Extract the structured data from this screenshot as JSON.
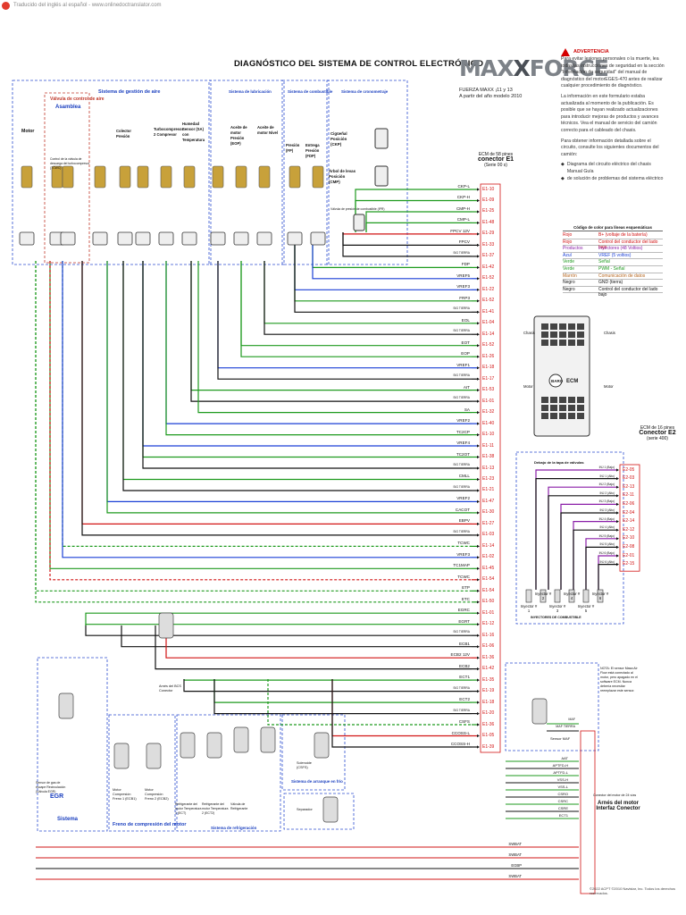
{
  "translate_bar": {
    "text": "Traducido del inglés al español - www.onlinedoctranslator.com"
  },
  "title": "DIAGNÓSTICO DEL SISTEMA DE CONTROL ELECTRÓNICO",
  "brand": {
    "part1": "MAX",
    "part2": "X",
    "part3": "FORCE"
  },
  "model_lines": [
    "FUERZA MAXX ¡11 y 13",
    "A partir del año modelo 2010"
  ],
  "warning": {
    "heading": "ADVERTENCIA",
    "paragraphs": [
      "Para evitar lesiones personales o la muerte, lea todas las instrucciones de seguridad en la sección \"Información de seguridad\" del manual de diagnóstico del motorEGES-470 antes de realizar cualquier procedimiento de diagnóstico.",
      "La información en este formulario estaba actualizada al momento de la publicación. Es posible que se hayan realizado actualizaciones para introducir mejoras de productos y avances técnicos. Vea el manual de servicio del camión correcto para el cableado del chasis.",
      "Para obtener información detallada sobre el circuito, consulte los siguientes documentos del camión:"
    ],
    "bullets": [
      "Diagrama del circuito eléctrico del chasis Manual Guía",
      "de solución de problemas del sistema eléctrico"
    ]
  },
  "legend": {
    "title": "Código de color para líneas esquemáticas",
    "rows": [
      {
        "color": "Rojo",
        "desc": "B+ (voltaje de la batería)",
        "hex": "#d21414"
      },
      {
        "color": "Rojo",
        "desc": "Control del conductor del lado bajo",
        "hex": "#d21414"
      },
      {
        "color": "Productos",
        "desc": "Inyectores (48 Voltios)",
        "hex": "#8a1fa8"
      },
      {
        "color": "Azul",
        "desc": "VREF (5 voltios)",
        "hex": "#1a3fd6"
      },
      {
        "color": "Verde",
        "desc": "Señal",
        "hex": "#1e9a1e"
      },
      {
        "color": "Verde",
        "desc": "PWM - Señal",
        "hex": "#1e9a1e"
      },
      {
        "color": "Marrón",
        "desc": "Comunicación de datos",
        "hex": "#b5651d"
      },
      {
        "color": "Negro",
        "desc": "GND (tierra)",
        "hex": "#111111"
      },
      {
        "color": "Negro",
        "desc": "Control del conductor del lado bajo",
        "hex": "#111111"
      }
    ]
  },
  "sections": {
    "air_valve": "Válvula de control de aire",
    "assembly": "Asamblea",
    "air_mgmt": "Sistema de gestión de aire",
    "lube": "Sistema de lubricación",
    "fuel": "Sistema de combustible",
    "timing": "Sistema de cronometraje",
    "egr": "EGR",
    "egr2": "Sistema",
    "brake": "Freno de compresión del motor",
    "cooling": "Sistema de refrigeración",
    "cold_start": "Sistema de arranque en frío",
    "injectors": "INYECTORES DE COMBUSTIBLE",
    "injector_harness": "Debajo de la tapa de válvulas"
  },
  "sensor_labels": {
    "motor": "Motor",
    "cmp_label": "Cigüeñal Posición (CKP)",
    "cam_label": "Árbol de levas Posición (CMP)",
    "eop": "Aceite de motor Presión (EOP)",
    "eot": "Aceite de motor Nivel",
    "fp": "Presión (FP)",
    "fdp": "Entrega Presión (FDP)",
    "cac": "Colector Presión",
    "turbo": "Turbocompresor 2 Compresor",
    "humidity": "Humedad Sensor (SA) con Temperatura",
    "ipr": "Válvula de presión de combustible (IPR)",
    "wastegate": "Control de la válvula de descarga del turbocompresor (TCWC)"
  },
  "ecm": {
    "title": "ECM",
    "baro": "BARO",
    "conn_e1": {
      "line1": "ECM de 58 pines",
      "line2": "conector E1",
      "line3": "(Serie 00 s)"
    },
    "conn_e2": {
      "line1": "ECM de 16 pines",
      "line2": "Conector E2",
      "line3": "(serie 400)"
    },
    "chasis1": "Chasis",
    "chasis2": "Chasis",
    "motor1": "Motor",
    "motor2": "Motor"
  },
  "signals_e1": [
    {
      "sig": "CKP-L",
      "pin": "E1-10",
      "color": "#1e9a1e"
    },
    {
      "sig": "CKP-H",
      "pin": "E1-09",
      "color": "#1e9a1e"
    },
    {
      "sig": "CMP-H",
      "pin": "E1-25",
      "color": "#1e9a1e"
    },
    {
      "sig": "CMP-L",
      "pin": "E1-48",
      "color": "#1e9a1e"
    },
    {
      "sig": "FPCV 12V",
      "pin": "E1-29",
      "color": "#d21414"
    },
    {
      "sig": "FPCV",
      "pin": "E1-33",
      "color": "#111111"
    },
    {
      "sig": "SIG TIERRA",
      "pin": "E1-37",
      "color": "#111111"
    },
    {
      "sig": "FDP",
      "pin": "E1-42",
      "color": "#1e9a1e"
    },
    {
      "sig": "VREF5",
      "pin": "E1-52",
      "color": "#1a3fd6"
    },
    {
      "sig": "VREF3",
      "pin": "E1-22",
      "color": "#1a3fd6"
    },
    {
      "sig": "FRP3",
      "pin": "E1-52",
      "color": "#1e9a1e"
    },
    {
      "sig": "SIG TIERRA",
      "pin": "E1-41",
      "color": "#111111"
    },
    {
      "sig": "EOL",
      "pin": "E1-04",
      "color": "#1e9a1e"
    },
    {
      "sig": "SIG TIERRA",
      "pin": "E1-14",
      "color": "#111111"
    },
    {
      "sig": "EOT",
      "pin": "E1-52",
      "color": "#1e9a1e"
    },
    {
      "sig": "EOP",
      "pin": "E1-26",
      "color": "#1e9a1e"
    },
    {
      "sig": "VREF1",
      "pin": "E1-18",
      "color": "#1a3fd6"
    },
    {
      "sig": "SIG TIERRA",
      "pin": "E1-17",
      "color": "#111111"
    },
    {
      "sig": "AIT",
      "pin": "E1-53",
      "color": "#1e9a1e"
    },
    {
      "sig": "SIG TIERRA",
      "pin": "E1-01",
      "color": "#111111"
    },
    {
      "sig": "SA",
      "pin": "E1-32",
      "color": "#1e9a1e"
    },
    {
      "sig": "VREF2",
      "pin": "E1-40",
      "color": "#1a3fd6"
    },
    {
      "sig": "TC2CP",
      "pin": "E1-10",
      "color": "#1e9a1e"
    },
    {
      "sig": "VREF4",
      "pin": "E1-11",
      "color": "#1a3fd6"
    },
    {
      "sig": "TC2OT",
      "pin": "E1-38",
      "color": "#1e9a1e"
    },
    {
      "sig": "SIG TIERRA",
      "pin": "E1-13",
      "color": "#111111"
    },
    {
      "sig": "CMLL",
      "pin": "E1-23",
      "color": "#1e9a1e"
    },
    {
      "sig": "SIG TIERRA",
      "pin": "E1-21",
      "color": "#111111"
    },
    {
      "sig": "VREF2",
      "pin": "E1-47",
      "color": "#1a3fd6"
    },
    {
      "sig": "CACOT",
      "pin": "E1-30",
      "color": "#1e9a1e"
    },
    {
      "sig": "EBPV",
      "pin": "E1-27",
      "color": "#d21414"
    },
    {
      "sig": "SIG TIERRA",
      "pin": "E1-03",
      "color": "#111111"
    },
    {
      "sig": "TCWC",
      "pin": "E1-14",
      "color": "#1e9a1e"
    },
    {
      "sig": "VREF3",
      "pin": "E1-02",
      "color": "#1a3fd6"
    },
    {
      "sig": "TC1MAP",
      "pin": "E1-45",
      "color": "#1e9a1e"
    },
    {
      "sig": "TCWC",
      "pin": "E1-54",
      "color": "#d21414"
    },
    {
      "sig": "ETP",
      "pin": "E1-54",
      "color": "#1e9a1e"
    },
    {
      "sig": "ETC",
      "pin": "E1-50",
      "color": "#1e9a1e"
    },
    {
      "sig": "EGRC",
      "pin": "E1-01",
      "color": "#1e9a1e"
    },
    {
      "sig": "EGRT",
      "pin": "E1-12",
      "color": "#1e9a1e"
    },
    {
      "sig": "SIG TIERRA",
      "pin": "E1-16",
      "color": "#111111"
    },
    {
      "sig": "ECB1",
      "pin": "E1-06",
      "color": "#111111"
    },
    {
      "sig": "ECB2 12V",
      "pin": "E1-36",
      "color": "#d21414"
    },
    {
      "sig": "ECB2",
      "pin": "E1-42",
      "color": "#111111"
    },
    {
      "sig": "ECT1",
      "pin": "E1-35",
      "color": "#1e9a1e"
    },
    {
      "sig": "SIG TIERRA",
      "pin": "E1-19",
      "color": "#111111"
    },
    {
      "sig": "ECT2",
      "pin": "E1-18",
      "color": "#1e9a1e"
    },
    {
      "sig": "SIG TIERRA",
      "pin": "E1-20",
      "color": "#111111"
    },
    {
      "sig": "CSFS",
      "pin": "E1-36",
      "color": "#1e9a1e"
    },
    {
      "sig": "CCOSS-L",
      "pin": "E1-05",
      "color": "#d21414"
    },
    {
      "sig": "CCOSS-H",
      "pin": "E1-39",
      "color": "#111111"
    }
  ],
  "signals_e2": [
    {
      "sig": "INJ 1 (Bajo)",
      "pin": "E2-05"
    },
    {
      "sig": "INJ 1 (Alto)",
      "pin": "E2-03"
    },
    {
      "sig": "INJ 2 (Bajo)",
      "pin": "E2-13"
    },
    {
      "sig": "INJ 2 (Alto)",
      "pin": "E2-11"
    },
    {
      "sig": "INJ 3 (Bajo)",
      "pin": "E2-06"
    },
    {
      "sig": "INJ 3 (Alto)",
      "pin": "E2-04"
    },
    {
      "sig": "INJ 4 (Bajo)",
      "pin": "E2-14"
    },
    {
      "sig": "INJ 4 (Alto)",
      "pin": "E2-12"
    },
    {
      "sig": "INJ 5 (Bajo)",
      "pin": "E2-10"
    },
    {
      "sig": "INJ 5 (Alto)",
      "pin": "E2-08"
    },
    {
      "sig": "INJ 6 (Bajo)",
      "pin": "E2-01"
    },
    {
      "sig": "INJ 6 (Alto)",
      "pin": "E2-15"
    }
  ],
  "injectors": [
    "Inyector # 1",
    "Inyector # 2",
    "Inyector # 3",
    "Inyector # 4",
    "Inyector # 5",
    "Inyector # 6"
  ],
  "maf": {
    "label": "Sensor MAF",
    "note": "NOTA: El sensor Masa Air Flow está conectado al motor, pero apagado en el software ECM. Nunca debería necesitar reemplazar este sensor.",
    "sig": "MAF",
    "gnd": "MAF TIERRA"
  },
  "harness": {
    "title": "Arnés del motor Interfaz Conector",
    "sub": "Conector del motor de 24 vías",
    "signals": [
      "AAT",
      "APTFD-H",
      "APTFD-L",
      "VSS-H",
      "VSS-L",
      "CSRO",
      "CSRC",
      "CSRE",
      "ECT1"
    ],
    "bottom": [
      "SWBAT",
      "SWBAT",
      "EGBP",
      "SWBAT"
    ]
  },
  "bottom_labels": {
    "egr_sensor": "Sensor de gas de escape Recirculación (Válvula EGR)",
    "brake1": "Motor Compresión Freno 1 (ECB1)",
    "brake2": "Motor Compresión Freno 2 (ECB2)",
    "ect1": "Refrigerante del motor Temperatura 1 (ECT)",
    "ect2": "Refrigerante del motor Temperatura 2 (ECT2)",
    "flow": "Válvula de Refrigerante",
    "solenoid": "Solenoide (CSFS)",
    "separator": "Separador",
    "bcs": "Arnés del BCS Conector"
  },
  "footer": "©2022 ACPT ©2010 Navistar, Inc. Todos los derechos reservados."
}
